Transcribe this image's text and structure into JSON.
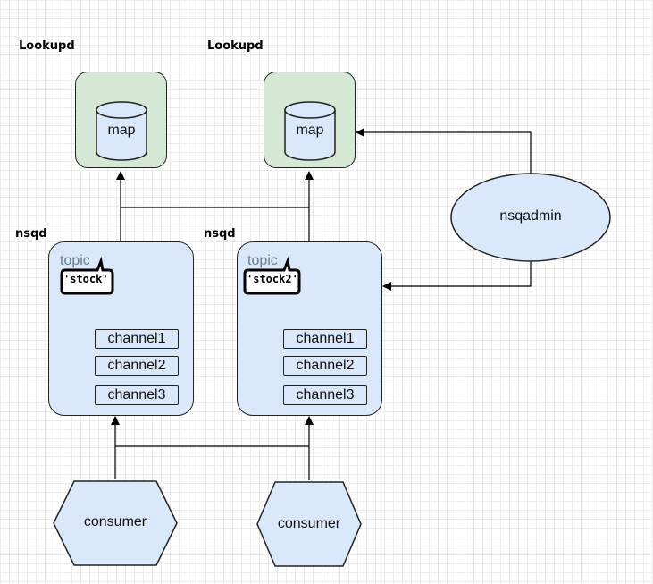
{
  "lookupd": [
    {
      "heading": "Lookupd",
      "store_label": "map"
    },
    {
      "heading": "Lookupd",
      "store_label": "map"
    }
  ],
  "nsqd": [
    {
      "heading": "nsqd",
      "topic_label": "topic",
      "topic_name": "'stock'",
      "channels": [
        "channel1",
        "channel2",
        "channel3"
      ]
    },
    {
      "heading": "nsqd",
      "topic_label": "topic",
      "topic_name": "'stock2'",
      "channels": [
        "channel1",
        "channel2",
        "channel3"
      ]
    }
  ],
  "admin": {
    "label": "nsqadmin"
  },
  "consumers": [
    {
      "label": "consumer"
    },
    {
      "label": "consumer"
    }
  ],
  "colors": {
    "lookupd_fill": "#d5e8d4",
    "nsqd_fill": "#dae8fc",
    "admin_fill": "#dae8fc",
    "stroke": "#222222"
  }
}
